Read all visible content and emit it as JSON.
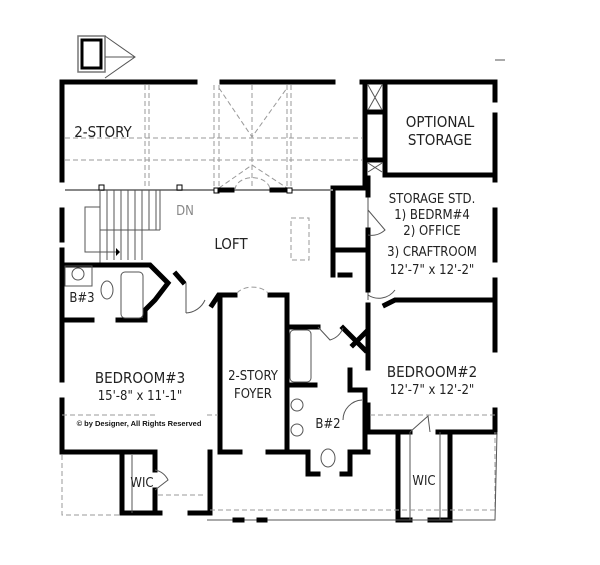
{
  "plan": {
    "rooms": {
      "two_story": "2-STORY",
      "optional_storage_1": "OPTIONAL",
      "optional_storage_2": "STORAGE",
      "storage_std": "STORAGE STD.",
      "storage_opt1": "1) BEDRM#4",
      "storage_opt2": "2) OFFICE",
      "storage_opt3": "3) CRAFTROOM",
      "storage_dims": "12'-7\" x 12'-2\"",
      "dn": "DN",
      "loft": "LOFT",
      "bath3": "B#3",
      "bedroom3": "BEDROOM#3",
      "bedroom3_dims": "15'-8\" x 11'-1\"",
      "foyer_1": "2-STORY",
      "foyer_2": "FOYER",
      "bath2": "B#2",
      "bedroom2": "BEDROOM#2",
      "bedroom2_dims": "12'-7\" x 12'-2\"",
      "wic_left": "WIC",
      "wic_right": "WIC"
    },
    "copyright": "© by Designer, All Rights Reserved"
  }
}
